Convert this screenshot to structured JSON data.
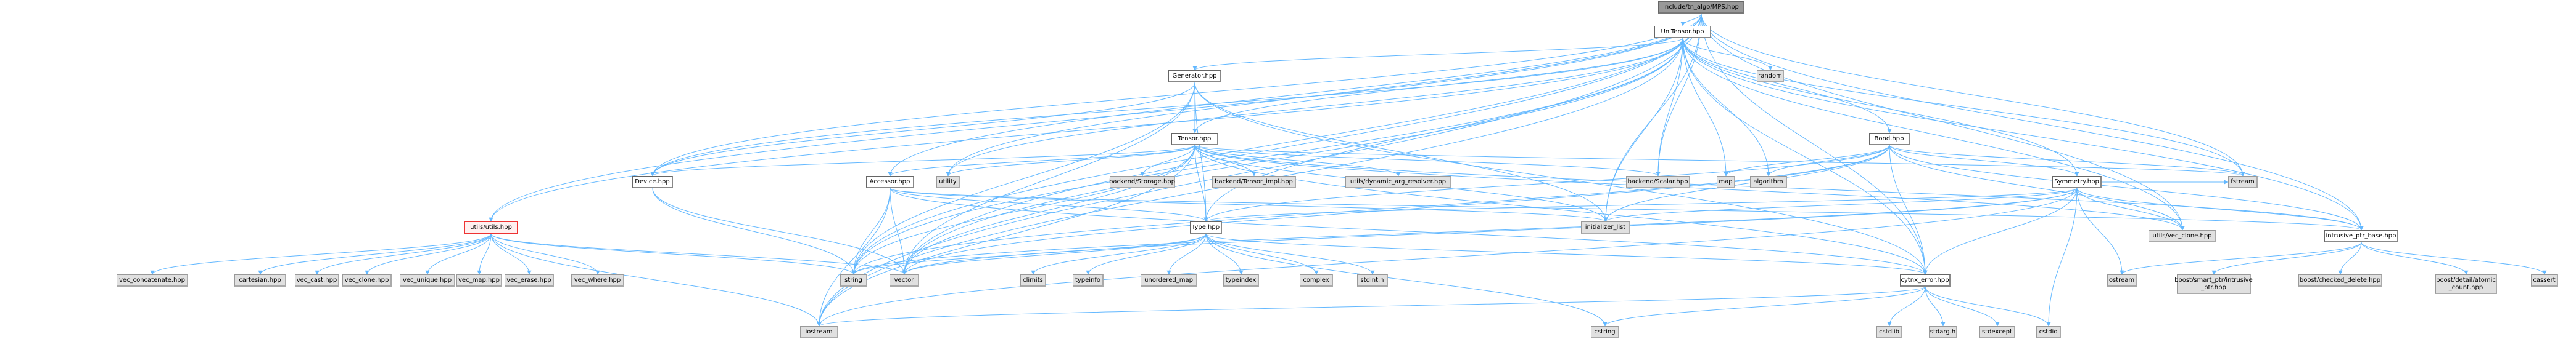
{
  "title": "include/tn_algo/MPS.hpp",
  "colors": {
    "edge": "#63b8ff",
    "root_fill": "#999999",
    "file_fill": "#ffffff",
    "system_fill": "#e0e0e0",
    "missing_border": "#ee3333",
    "missing_fill": "#fff0f0"
  },
  "nodes": [
    {
      "id": "mps",
      "label": "include/tn_algo/MPS.hpp",
      "kind": "root"
    },
    {
      "id": "unitensor",
      "label": "UniTensor.hpp",
      "kind": "file"
    },
    {
      "id": "random",
      "label": "random",
      "kind": "sys"
    },
    {
      "id": "generator",
      "label": "Generator.hpp",
      "kind": "file"
    },
    {
      "id": "tensor",
      "label": "Tensor.hpp",
      "kind": "file"
    },
    {
      "id": "bond",
      "label": "Bond.hpp",
      "kind": "file"
    },
    {
      "id": "device",
      "label": "Device.hpp",
      "kind": "file"
    },
    {
      "id": "accessor",
      "label": "Accessor.hpp",
      "kind": "file"
    },
    {
      "id": "utility",
      "label": "utility",
      "kind": "sys"
    },
    {
      "id": "storage",
      "label": "backend/Storage.hpp",
      "kind": "sys"
    },
    {
      "id": "tensor_impl",
      "label": "backend/Tensor_impl.hpp",
      "kind": "sys"
    },
    {
      "id": "dyn_arg",
      "label": "utils/dynamic_arg_resolver.hpp",
      "kind": "sys"
    },
    {
      "id": "scalar",
      "label": "backend/Scalar.hpp",
      "kind": "sys"
    },
    {
      "id": "map",
      "label": "map",
      "kind": "sys"
    },
    {
      "id": "algorithm",
      "label": "algorithm",
      "kind": "sys"
    },
    {
      "id": "symmetry",
      "label": "Symmetry.hpp",
      "kind": "file"
    },
    {
      "id": "fstream",
      "label": "fstream",
      "kind": "sys"
    },
    {
      "id": "utils",
      "label": "utils/utils.hpp",
      "kind": "missing"
    },
    {
      "id": "type",
      "label": "Type.hpp",
      "kind": "file"
    },
    {
      "id": "init_list",
      "label": "initializer_list",
      "kind": "sys"
    },
    {
      "id": "uvec_clone",
      "label": "utils/vec_clone.hpp",
      "kind": "sys"
    },
    {
      "id": "intrusive",
      "label": "intrusive_ptr_base.hpp",
      "kind": "file"
    },
    {
      "id": "vec_concat",
      "label": "vec_concatenate.hpp",
      "kind": "sys"
    },
    {
      "id": "cartesian",
      "label": "cartesian.hpp",
      "kind": "sys"
    },
    {
      "id": "vec_cast",
      "label": "vec_cast.hpp",
      "kind": "sys"
    },
    {
      "id": "vec_clone",
      "label": "vec_clone.hpp",
      "kind": "sys"
    },
    {
      "id": "vec_unique",
      "label": "vec_unique.hpp",
      "kind": "sys"
    },
    {
      "id": "vec_map",
      "label": "vec_map.hpp",
      "kind": "sys"
    },
    {
      "id": "vec_erase",
      "label": "vec_erase.hpp",
      "kind": "sys"
    },
    {
      "id": "vec_where",
      "label": "vec_where.hpp",
      "kind": "sys"
    },
    {
      "id": "string",
      "label": "string",
      "kind": "sys"
    },
    {
      "id": "vector",
      "label": "vector",
      "kind": "sys"
    },
    {
      "id": "climits",
      "label": "climits",
      "kind": "sys"
    },
    {
      "id": "typeinfo",
      "label": "typeinfo",
      "kind": "sys"
    },
    {
      "id": "unordered_map",
      "label": "unordered_map",
      "kind": "sys"
    },
    {
      "id": "typeindex",
      "label": "typeindex",
      "kind": "sys"
    },
    {
      "id": "complex",
      "label": "complex",
      "kind": "sys"
    },
    {
      "id": "stdint",
      "label": "stdint.h",
      "kind": "sys"
    },
    {
      "id": "cytnx_error",
      "label": "cytnx_error.hpp",
      "kind": "file"
    },
    {
      "id": "ostream",
      "label": "ostream",
      "kind": "sys"
    },
    {
      "id": "boost_intrusive",
      "label": "boost/smart_ptr/intrusive\n_ptr.hpp",
      "kind": "sys"
    },
    {
      "id": "boost_checked",
      "label": "boost/checked_delete.hpp",
      "kind": "sys"
    },
    {
      "id": "boost_atomic",
      "label": "boost/detail/atomic\n_count.hpp",
      "kind": "sys"
    },
    {
      "id": "cassert",
      "label": "cassert",
      "kind": "sys"
    },
    {
      "id": "iostream",
      "label": "iostream",
      "kind": "sys"
    },
    {
      "id": "cstring",
      "label": "cstring",
      "kind": "sys"
    },
    {
      "id": "cstdlib",
      "label": "cstdlib",
      "kind": "sys"
    },
    {
      "id": "stdarg",
      "label": "stdarg.h",
      "kind": "sys"
    },
    {
      "id": "stdexcept",
      "label": "stdexcept",
      "kind": "sys"
    },
    {
      "id": "cstdio",
      "label": "cstdio",
      "kind": "sys"
    }
  ],
  "edges": [
    [
      "mps",
      "unitensor"
    ],
    [
      "mps",
      "utils"
    ],
    [
      "mps",
      "vector"
    ],
    [
      "mps",
      "iostream"
    ],
    [
      "mps",
      "fstream"
    ],
    [
      "mps",
      "device"
    ],
    [
      "mps",
      "string"
    ],
    [
      "mps",
      "cytnx_error"
    ],
    [
      "mps",
      "intrusive"
    ],
    [
      "mps",
      "uvec_clone"
    ],
    [
      "mps",
      "scalar"
    ],
    [
      "mps",
      "accessor"
    ],
    [
      "mps",
      "utility"
    ],
    [
      "mps",
      "init_list"
    ],
    [
      "unitensor",
      "random"
    ],
    [
      "unitensor",
      "generator"
    ],
    [
      "unitensor",
      "tensor"
    ],
    [
      "unitensor",
      "bond"
    ],
    [
      "unitensor",
      "device"
    ],
    [
      "unitensor",
      "utils"
    ],
    [
      "unitensor",
      "scalar"
    ],
    [
      "unitensor",
      "map"
    ],
    [
      "unitensor",
      "algorithm"
    ],
    [
      "unitensor",
      "symmetry"
    ],
    [
      "unitensor",
      "fstream"
    ],
    [
      "unitensor",
      "init_list"
    ],
    [
      "unitensor",
      "type"
    ],
    [
      "unitensor",
      "string"
    ],
    [
      "unitensor",
      "vector"
    ],
    [
      "unitensor",
      "iostream"
    ],
    [
      "unitensor",
      "cytnx_error"
    ],
    [
      "unitensor",
      "intrusive"
    ],
    [
      "unitensor",
      "uvec_clone"
    ],
    [
      "unitensor",
      "utility"
    ],
    [
      "generator",
      "tensor"
    ],
    [
      "generator",
      "device"
    ],
    [
      "generator",
      "type"
    ],
    [
      "generator",
      "cytnx_error"
    ],
    [
      "generator",
      "init_list"
    ],
    [
      "generator",
      "vector"
    ],
    [
      "generator",
      "string"
    ],
    [
      "tensor",
      "device"
    ],
    [
      "tensor",
      "accessor"
    ],
    [
      "tensor",
      "utility"
    ],
    [
      "tensor",
      "storage"
    ],
    [
      "tensor",
      "tensor_impl"
    ],
    [
      "tensor",
      "dyn_arg"
    ],
    [
      "tensor",
      "scalar"
    ],
    [
      "tensor",
      "type"
    ],
    [
      "tensor",
      "cytnx_error"
    ],
    [
      "tensor",
      "fstream"
    ],
    [
      "tensor",
      "intrusive"
    ],
    [
      "tensor",
      "init_list"
    ],
    [
      "tensor",
      "string"
    ],
    [
      "tensor",
      "vector"
    ],
    [
      "tensor",
      "iostream"
    ],
    [
      "tensor",
      "uvec_clone"
    ],
    [
      "bond",
      "map"
    ],
    [
      "bond",
      "algorithm"
    ],
    [
      "bond",
      "symmetry"
    ],
    [
      "bond",
      "fstream"
    ],
    [
      "bond",
      "type"
    ],
    [
      "bond",
      "cytnx_error"
    ],
    [
      "bond",
      "intrusive"
    ],
    [
      "bond",
      "init_list"
    ],
    [
      "bond",
      "vector"
    ],
    [
      "bond",
      "uvec_clone"
    ],
    [
      "bond",
      "string"
    ],
    [
      "device",
      "string"
    ],
    [
      "device",
      "vector"
    ],
    [
      "accessor",
      "type"
    ],
    [
      "accessor",
      "cytnx_error"
    ],
    [
      "accessor",
      "vector"
    ],
    [
      "accessor",
      "string"
    ],
    [
      "accessor",
      "iostream"
    ],
    [
      "accessor",
      "init_list"
    ],
    [
      "accessor",
      "intrusive"
    ],
    [
      "symmetry",
      "type"
    ],
    [
      "symmetry",
      "cytnx_error"
    ],
    [
      "symmetry",
      "intrusive"
    ],
    [
      "symmetry",
      "uvec_clone"
    ],
    [
      "symmetry",
      "vector"
    ],
    [
      "symmetry",
      "string"
    ],
    [
      "symmetry",
      "fstream"
    ],
    [
      "symmetry",
      "ostream"
    ],
    [
      "symmetry",
      "cstdio"
    ],
    [
      "symmetry",
      "iostream"
    ],
    [
      "symmetry",
      "init_list"
    ],
    [
      "utils",
      "vec_concat"
    ],
    [
      "utils",
      "cartesian"
    ],
    [
      "utils",
      "vec_cast"
    ],
    [
      "utils",
      "vec_clone"
    ],
    [
      "utils",
      "vec_unique"
    ],
    [
      "utils",
      "vec_map"
    ],
    [
      "utils",
      "vec_erase"
    ],
    [
      "utils",
      "vec_where"
    ],
    [
      "utils",
      "string"
    ],
    [
      "utils",
      "vector"
    ],
    [
      "utils",
      "iostream"
    ],
    [
      "type",
      "climits"
    ],
    [
      "type",
      "typeinfo"
    ],
    [
      "type",
      "unordered_map"
    ],
    [
      "type",
      "typeindex"
    ],
    [
      "type",
      "complex"
    ],
    [
      "type",
      "stdint"
    ],
    [
      "type",
      "cytnx_error"
    ],
    [
      "type",
      "string"
    ],
    [
      "type",
      "vector"
    ],
    [
      "type",
      "cstring"
    ],
    [
      "intrusive",
      "ostream"
    ],
    [
      "intrusive",
      "boost_intrusive"
    ],
    [
      "intrusive",
      "boost_checked"
    ],
    [
      "intrusive",
      "boost_atomic"
    ],
    [
      "intrusive",
      "cassert"
    ],
    [
      "cytnx_error",
      "cstdlib"
    ],
    [
      "cytnx_error",
      "stdarg"
    ],
    [
      "cytnx_error",
      "stdexcept"
    ],
    [
      "cytnx_error",
      "cstdio"
    ],
    [
      "cytnx_error",
      "iostream"
    ],
    [
      "cytnx_error",
      "cstring"
    ]
  ]
}
